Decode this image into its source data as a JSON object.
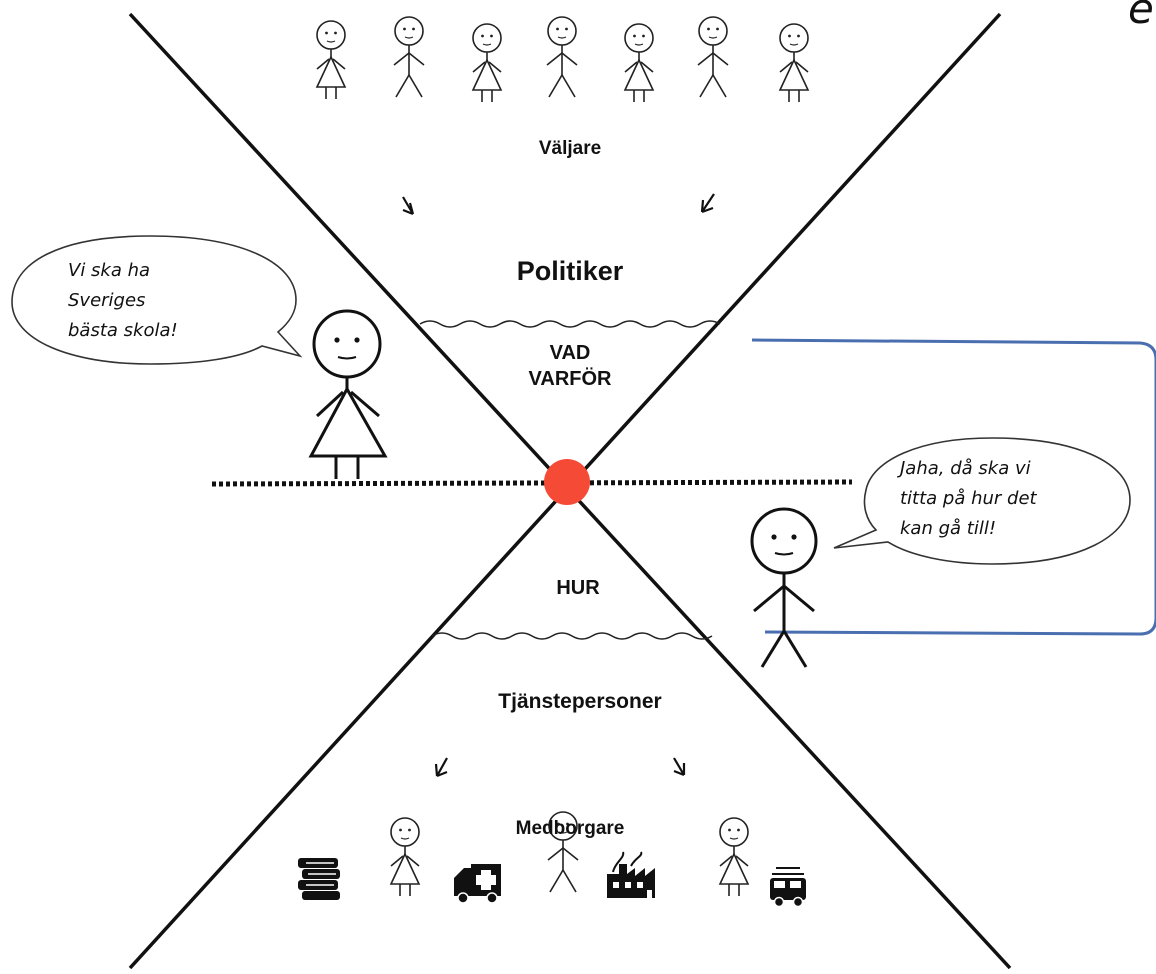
{
  "diagram": {
    "corner_glyph": "e",
    "top_label": "Väljare",
    "upper_label": "Politiker",
    "vad_label": "VAD",
    "varfor_label": "VARFÖR",
    "hur_label": "HUR",
    "lower_label": "Tjänstepersoner",
    "bottom_label": "Medborgare",
    "politician_speech": [
      "Vi ska ha",
      "Sveriges",
      "bästa skola!"
    ],
    "official_speech": [
      "Jaha, då ska vi",
      "titta på hur det",
      "kan gå till!"
    ]
  },
  "colors": {
    "center_dot": "#f44a36",
    "box_border": "#4a6fb0",
    "line": "#111111"
  },
  "icons": [
    "top-people",
    "books-icon",
    "ambulance-icon",
    "factory-icon",
    "fire-truck-icon"
  ]
}
